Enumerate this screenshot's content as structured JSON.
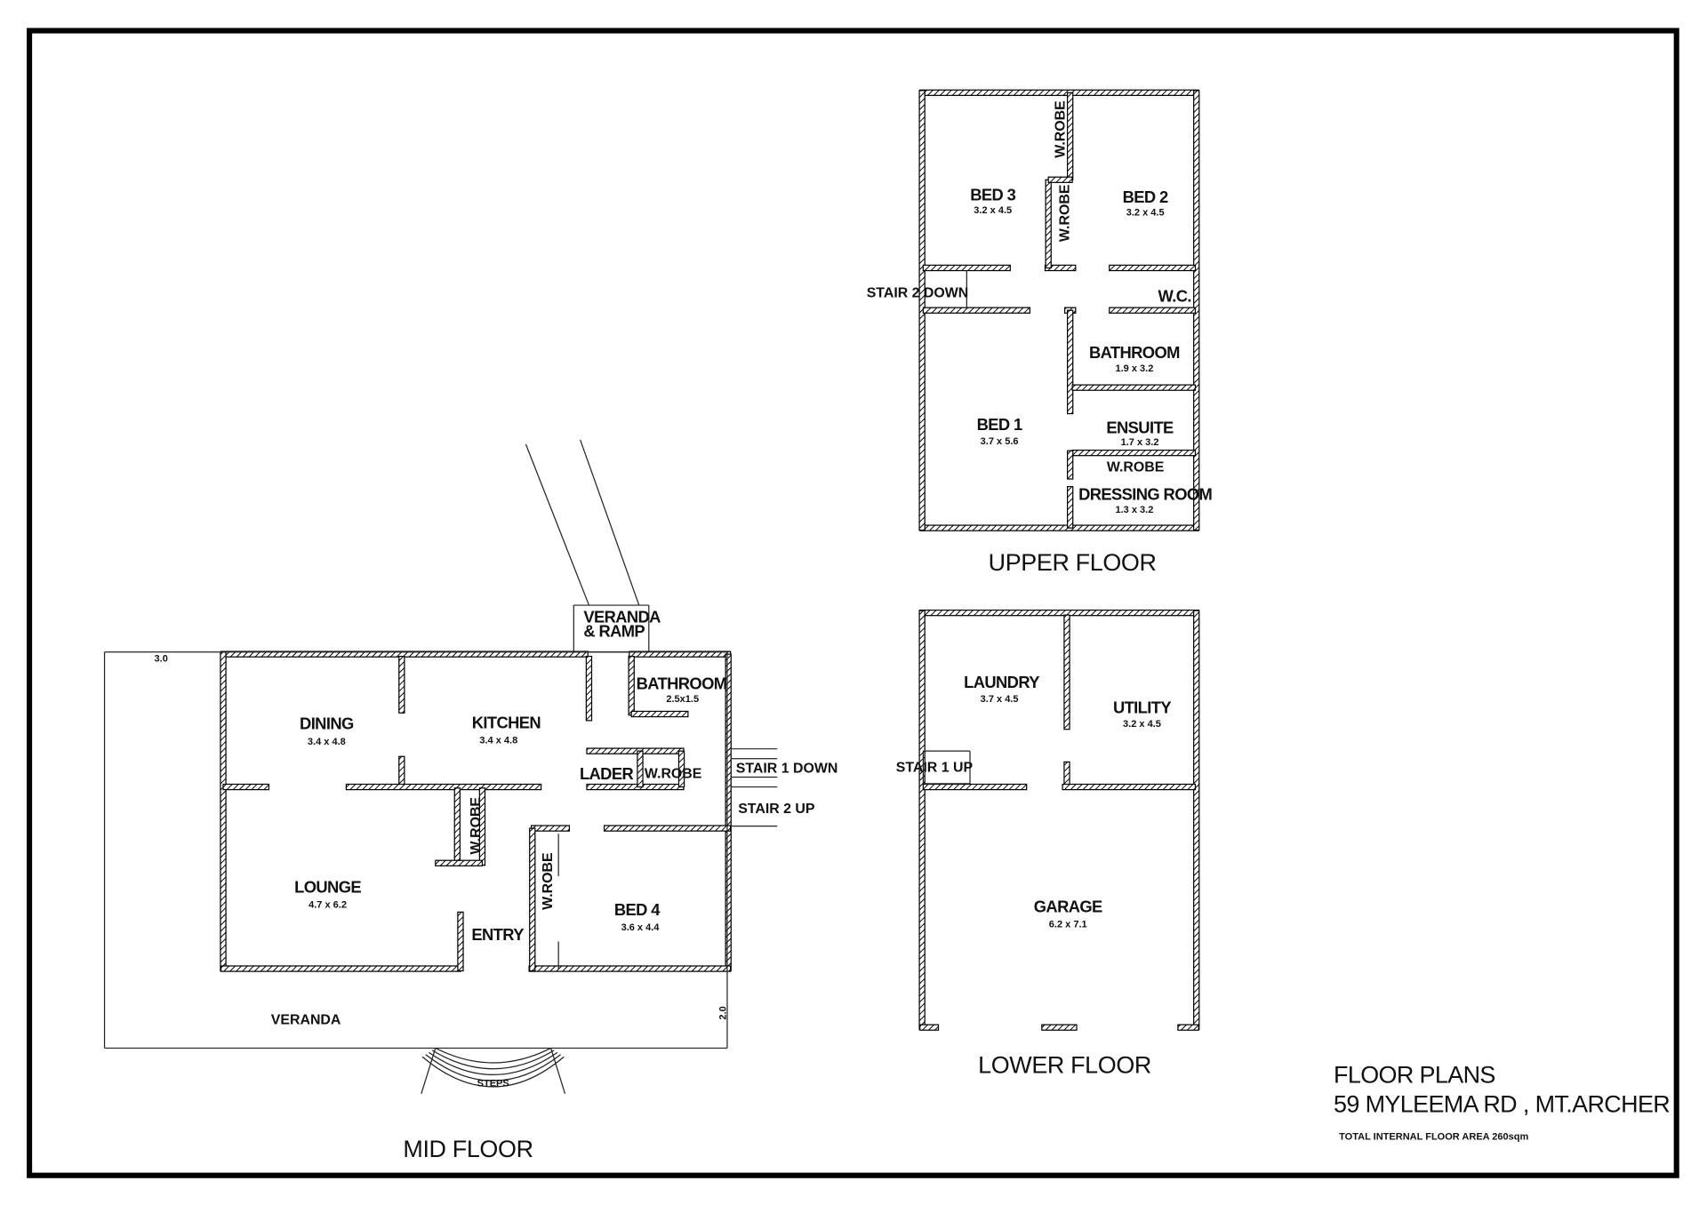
{
  "title_block": {
    "line1": "FLOOR PLANS",
    "line2": "59 MYLEEMA RD , MT.ARCHER",
    "total_area": "TOTAL INTERNAL FLOOR AREA 260sqm"
  },
  "upper_floor": {
    "title": "UPPER FLOOR",
    "rooms": [
      {
        "name": "BED 3",
        "dim": "3.2 x 4.5"
      },
      {
        "name": "BED 2",
        "dim": "3.2 x 4.5"
      },
      {
        "name": "BATHROOM",
        "dim": "1.9 x 3.2"
      },
      {
        "name": "BED 1",
        "dim": "3.7 x 5.6"
      },
      {
        "name": "ENSUITE",
        "dim": "1.7 x 3.2"
      },
      {
        "name": "DRESSING ROOM",
        "dim": "1.3 x 3.2"
      }
    ],
    "labels": {
      "wrobe1": "W.ROBE",
      "wrobe2": "W.ROBE",
      "wrobe3": "W.ROBE",
      "wc": "W.C.",
      "stair": "STAIR 2 DOWN"
    }
  },
  "lower_floor": {
    "title": "LOWER FLOOR",
    "rooms": [
      {
        "name": "LAUNDRY",
        "dim": "3.7 x 4.5"
      },
      {
        "name": "UTILITY",
        "dim": "3.2 x 4.5"
      },
      {
        "name": "GARAGE",
        "dim": "6.2 x 7.1"
      }
    ],
    "labels": {
      "stair": "STAIR 1 UP"
    }
  },
  "mid_floor": {
    "title": "MID FLOOR",
    "rooms": [
      {
        "name": "DINING",
        "dim": "3.4 x 4.8"
      },
      {
        "name": "KITCHEN",
        "dim": "3.4 x 4.8"
      },
      {
        "name": "BATHROOM",
        "dim": "2.5x1.5"
      },
      {
        "name": "LOUNGE",
        "dim": "4.7 x 6.2"
      },
      {
        "name": "BED 4",
        "dim": "3.6 x 4.4"
      }
    ],
    "labels": {
      "veranda_ramp_1": "VERANDA",
      "veranda_ramp_2": "& RAMP",
      "lader": "LADER",
      "wrobe_lader": "W.ROBE",
      "wrobe_lounge": "W.ROBE",
      "wrobe_bed4": "W.ROBE",
      "entry": "ENTRY",
      "veranda": "VERANDA",
      "steps": "STEPS",
      "stair1": "STAIR 1 DOWN",
      "stair2": "STAIR 2 UP",
      "dim_left": "3.0",
      "dim_right": "2.0"
    }
  }
}
